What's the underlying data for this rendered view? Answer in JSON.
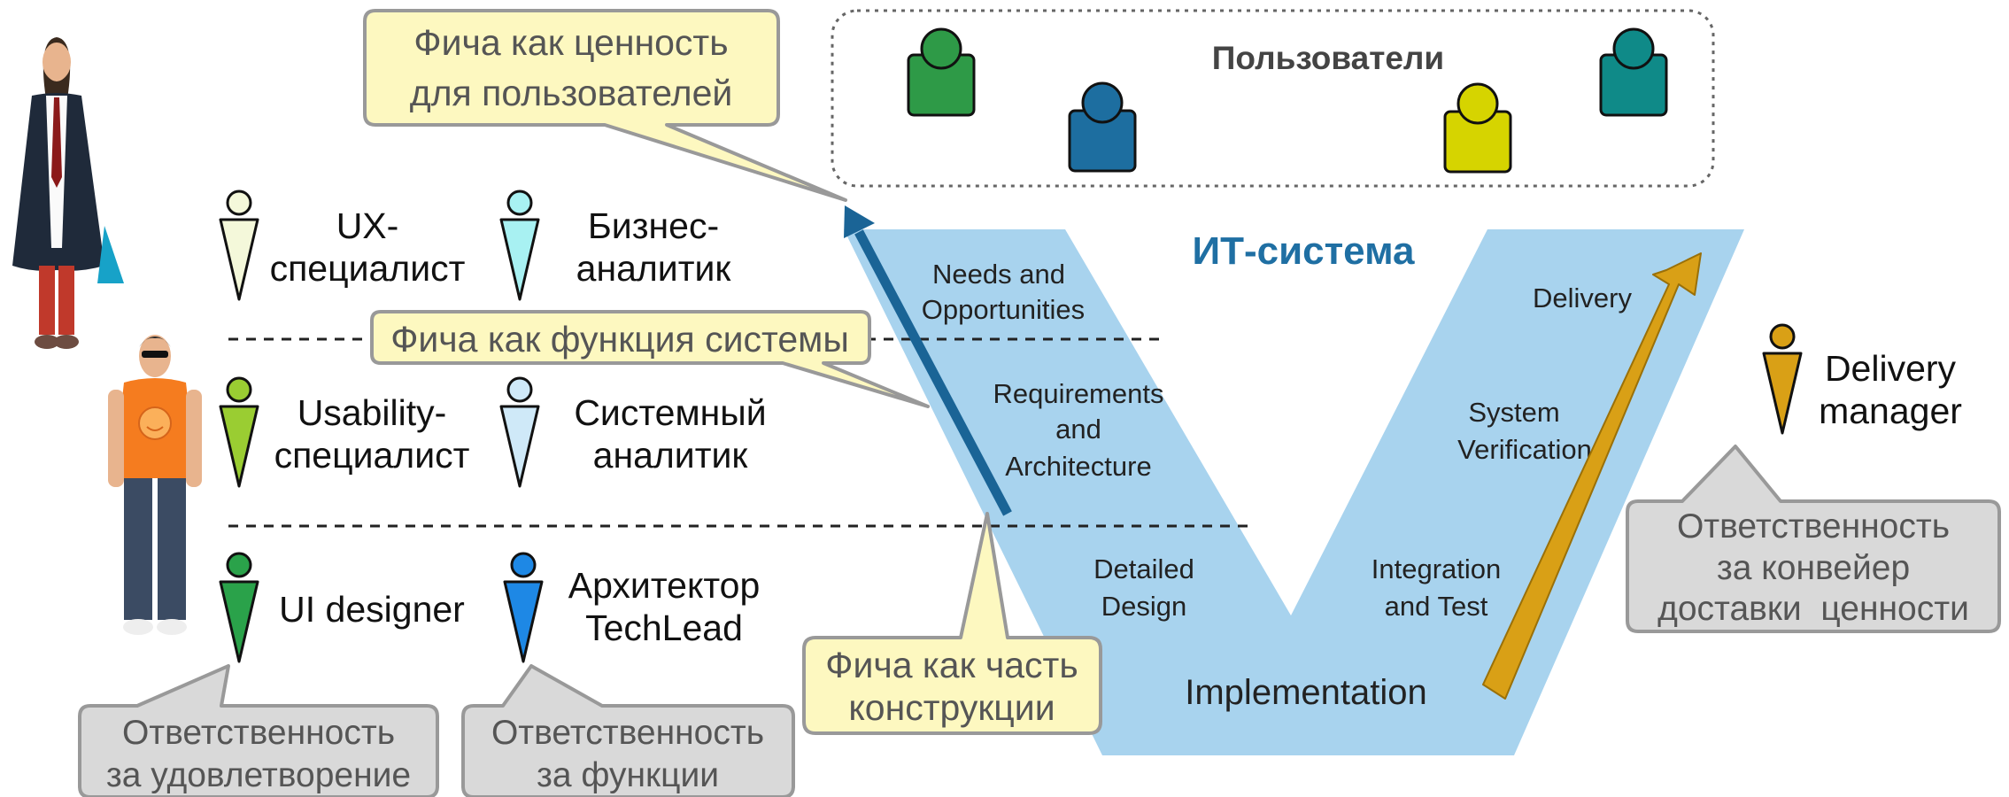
{
  "users_panel": {
    "title": "Пользователи"
  },
  "v_model": {
    "title": "ИТ-система",
    "stages": {
      "needs": [
        "Needs and",
        "Opportunities"
      ],
      "requirements": [
        "Requirements",
        "and",
        "Architecture"
      ],
      "detailed": [
        "Detailed",
        "Design"
      ],
      "implementation": "Implementation",
      "integration": [
        "Integration",
        "and Test"
      ],
      "verification": [
        "System",
        "Verification"
      ],
      "delivery": "Delivery"
    }
  },
  "roles": {
    "ux": [
      "UX-",
      "специалист"
    ],
    "business_analyst": [
      "Бизнес-",
      "аналитик"
    ],
    "usability": [
      "Usability-",
      "специалист"
    ],
    "system_analyst": [
      "Системный",
      "аналитик"
    ],
    "ui_designer": "UI designer",
    "architect": [
      "Архитектор",
      "TechLead"
    ],
    "delivery_manager": [
      "Delivery",
      "manager"
    ]
  },
  "callouts": {
    "feature_value": [
      "Фича как ценность",
      "для пользователей"
    ],
    "feature_function": "Фича как функция системы",
    "feature_part": [
      "Фича как часть",
      "конструкции"
    ],
    "resp_satisfaction": [
      "Ответственность",
      "за удовлетворение"
    ],
    "resp_functions": [
      "Ответственность",
      "за функции"
    ],
    "resp_pipeline": [
      "Ответственность",
      "за конвейер",
      "доставки  ценности"
    ]
  },
  "colors": {
    "v_fill": "#a8d3ee",
    "feature_arrow": "#1a6496",
    "delivery_arrow": "#d9a016",
    "yellow_callout": "#fdf8c0",
    "gray_callout": "#d9d9d9",
    "title": "#1f6fa3",
    "user_green": "#2e9a47",
    "user_blue": "#1d6ea0",
    "user_yellow": "#d6d400",
    "user_teal": "#0f8a88",
    "role_ux": "#f4f8da",
    "role_business_analyst": "#a8f1f2",
    "role_usability": "#9acd32",
    "role_system_analyst": "#cfe9f8",
    "role_ui_designer": "#2aa24a",
    "role_architect": "#1e88e5",
    "role_delivery_manager": "#d9a016"
  }
}
